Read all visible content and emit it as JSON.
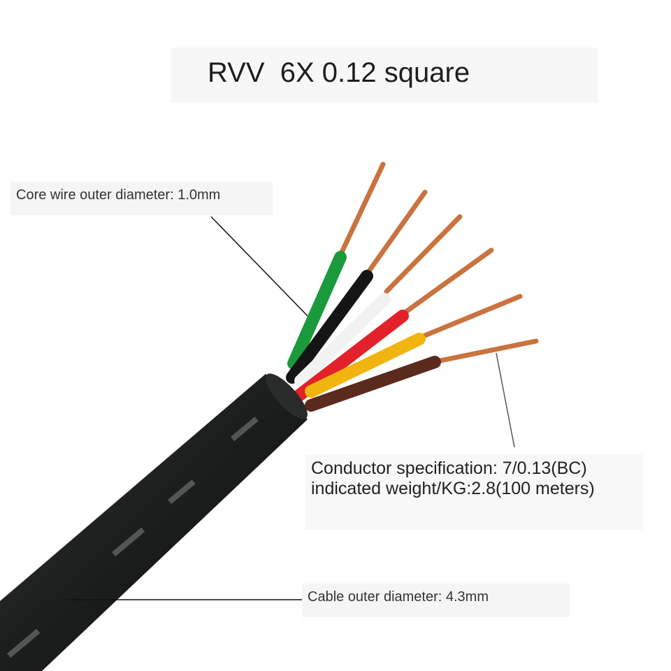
{
  "title": "RVV  6X 0.12 square",
  "labels": {
    "core_wire": "Core wire outer diameter: 1.0mm",
    "conductor_spec": "Conductor specification: 7/0.13(BC)",
    "weight": "indicated weight/KG:2.8(100 meters)",
    "cable_diameter": "Cable outer diameter: 4.3mm"
  },
  "wire_colors": {
    "green": "#1a9a3c",
    "black": "#151515",
    "white": "#f2f2f2",
    "red": "#e3212a",
    "yellow": "#f2b40f",
    "brown": "#5a2a1c",
    "copper": "#c9733f",
    "jacket": "#1c1f1d"
  }
}
